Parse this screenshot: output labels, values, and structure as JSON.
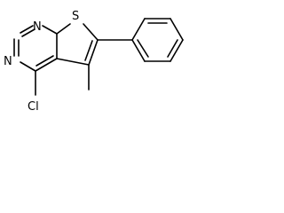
{
  "structure": {
    "atoms": {
      "n_top": "N",
      "n_left": "N",
      "s": "S",
      "cl": "Cl"
    }
  }
}
